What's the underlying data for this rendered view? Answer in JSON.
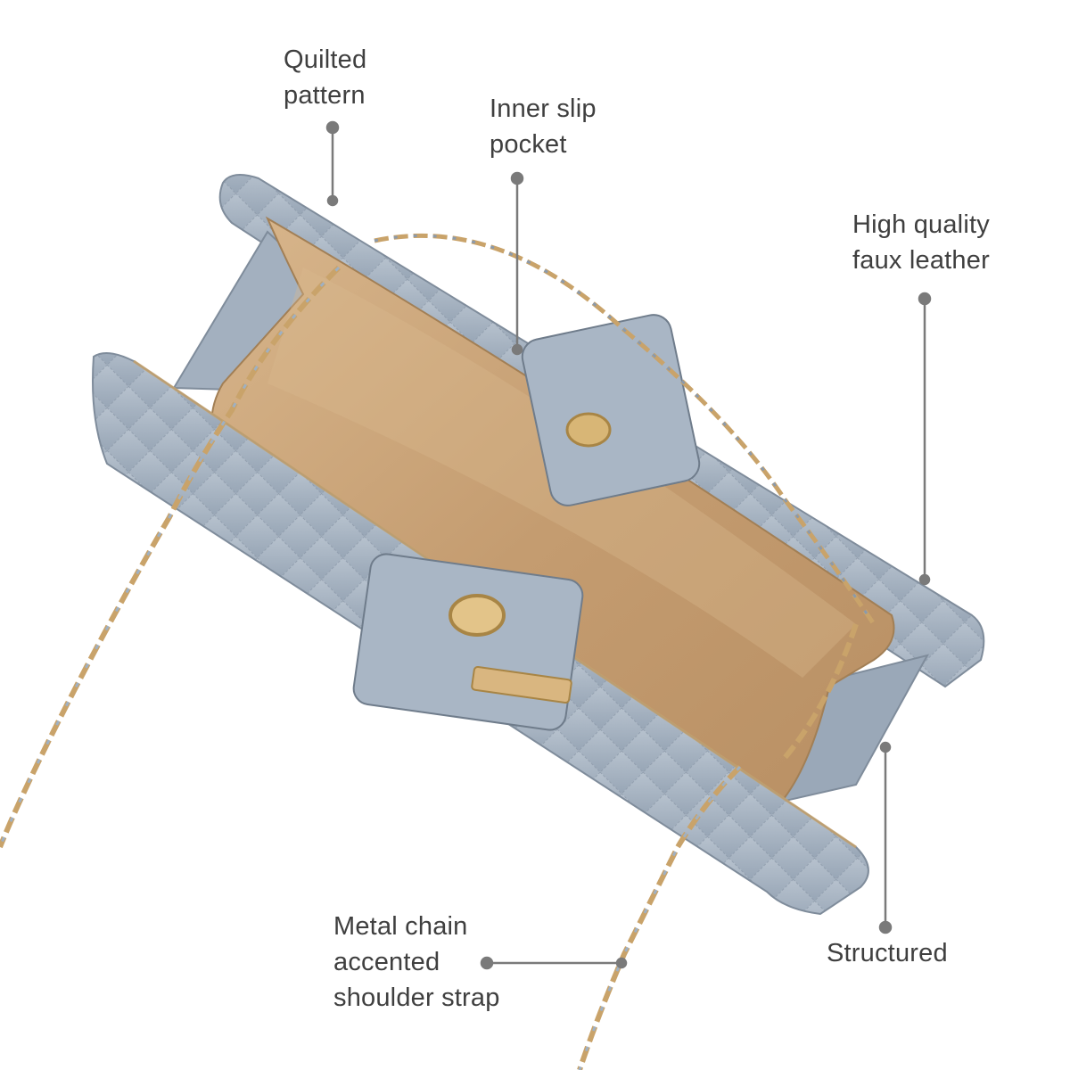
{
  "image": {
    "subject": "Open quilted grey-blue crossbody bag seen from above, tan lining, gold chain strap",
    "colors": {
      "leather": "#a9b6c5",
      "leather_dark": "#8c9aaa",
      "lining": "#c59e72",
      "chain": "#c9a36a",
      "callout_line": "#7a7a7a",
      "label_text": "#3f3f3f"
    }
  },
  "callouts": {
    "quilted": {
      "line1": "Quilted",
      "line2": "pattern"
    },
    "pocket": {
      "line1": "Inner slip",
      "line2": "pocket"
    },
    "leather": {
      "line1": "High quality",
      "line2": "faux leather"
    },
    "strap": {
      "line1": "Metal chain",
      "line2": "accented",
      "line3": "shoulder strap"
    },
    "structured": {
      "line1": "Structured"
    }
  }
}
